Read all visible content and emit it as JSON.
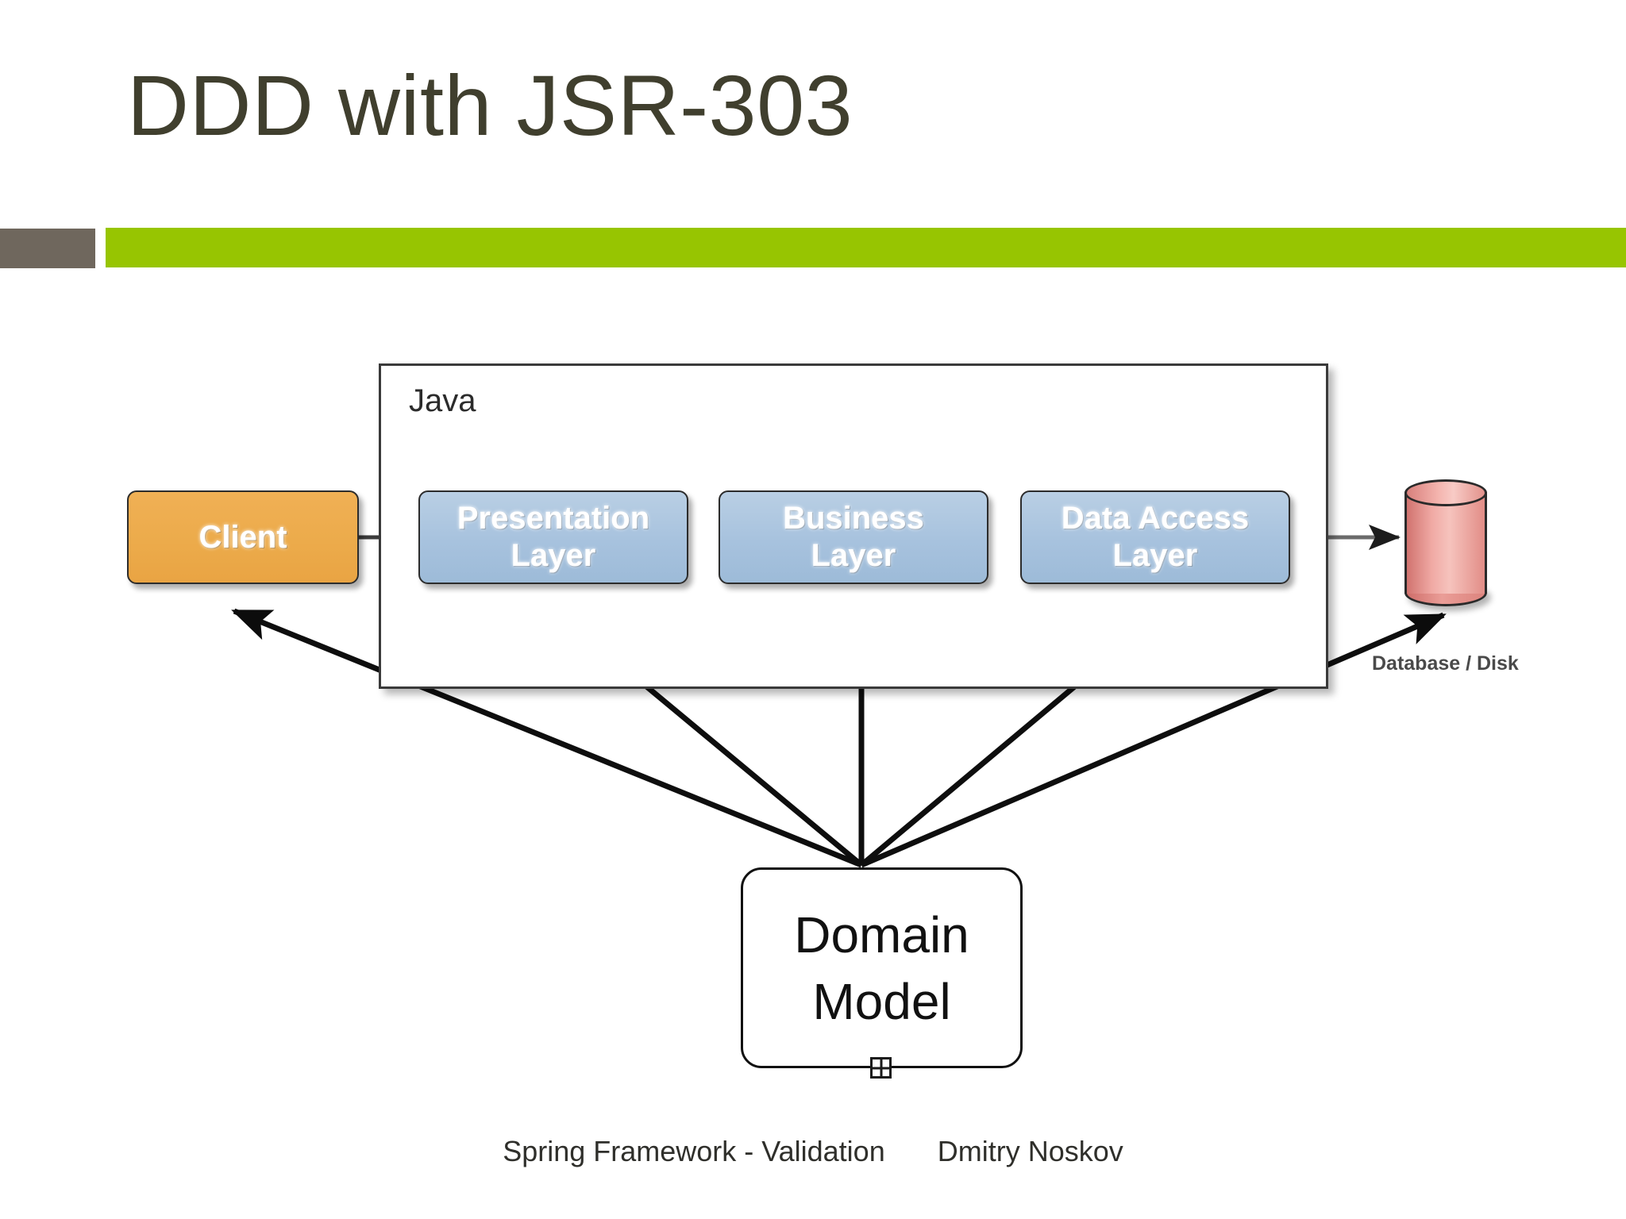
{
  "slide": {
    "title": "DDD with JSR-303",
    "title_color": "#403f2e",
    "accent_block_color": "#6f675d",
    "accent_bar_color": "#97c501",
    "background_color": "#ffffff"
  },
  "diagram": {
    "container_label": "Java",
    "client": {
      "label": "Client",
      "color": "#e9a443"
    },
    "layers": [
      {
        "label": "Presentation Layer",
        "line1": "Presentation",
        "line2": "Layer",
        "color": "#a7c2de"
      },
      {
        "label": "Business Layer",
        "line1": "Business",
        "line2": "Layer",
        "color": "#a7c2de"
      },
      {
        "label": "Data Access Layer",
        "line1": "Data Access",
        "line2": "Layer",
        "color": "#a7c2de"
      }
    ],
    "database": {
      "label": "Database / Disk",
      "color": "#eda49e"
    },
    "domain_model": {
      "line1": "Domain",
      "line2": "Model"
    },
    "flow_arrows": [
      {
        "from": "Client",
        "to": "Presentation Layer"
      },
      {
        "from": "Presentation Layer",
        "to": "Business Layer"
      },
      {
        "from": "Business Layer",
        "to": "Data Access Layer"
      },
      {
        "from": "Data Access Layer",
        "to": "Database / Disk"
      }
    ],
    "domain_arrows": [
      {
        "from": "Domain Model",
        "to": "Client"
      },
      {
        "from": "Domain Model",
        "to": "Presentation Layer"
      },
      {
        "from": "Domain Model",
        "to": "Business Layer"
      },
      {
        "from": "Domain Model",
        "to": "Data Access Layer"
      },
      {
        "from": "Domain Model",
        "to": "Database / Disk"
      }
    ]
  },
  "footer": {
    "left": "Spring Framework - Validation",
    "right": "Dmitry Noskov"
  }
}
